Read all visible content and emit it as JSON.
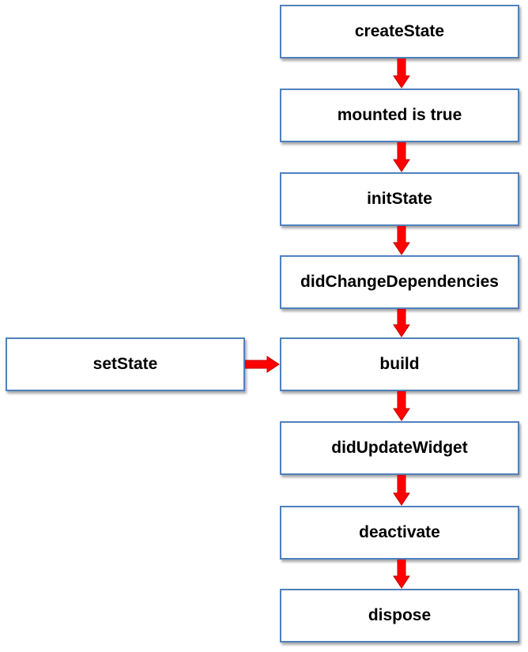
{
  "diagram": {
    "steps": [
      "createState",
      "mounted is true",
      "initState",
      "didChangeDependencies",
      "build",
      "didUpdateWidget",
      "deactivate",
      "dispose"
    ],
    "side_node": "setState",
    "colors": {
      "box_border": "#4f81bd",
      "arrow_fill": "#ff0000",
      "arrow_stroke": "#c00000"
    }
  }
}
